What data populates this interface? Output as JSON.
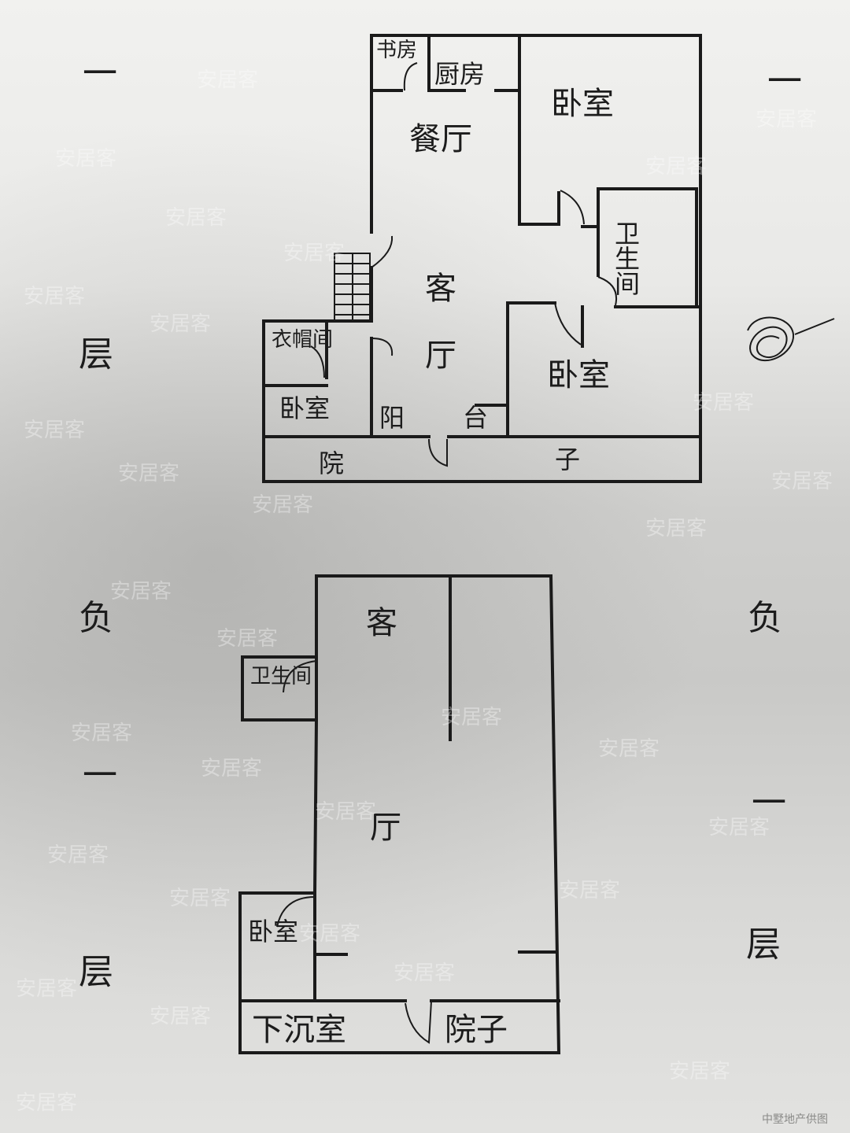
{
  "floor_upper": {
    "rooms": {
      "study": "书房",
      "kitchen": "厨房",
      "bedroom_ne": "卧室",
      "dining": "餐厅",
      "bathroom": "卫生间",
      "living_top": "客",
      "living_bottom": "厅",
      "cloakroom": "衣帽间",
      "bedroom_w": "卧室",
      "bedroom_se": "卧室",
      "balcony_1": "阳",
      "balcony_2": "台",
      "yard_1": "院",
      "yard_2": "子"
    },
    "side_left": [
      "一",
      "层"
    ],
    "side_right": [
      "一"
    ]
  },
  "floor_lower": {
    "rooms": {
      "living_top": "客",
      "living_bottom": "厅",
      "bathroom": "卫生间",
      "bedroom": "卧室",
      "sunken_room": "下沉室",
      "yard": "院子"
    },
    "side_left": [
      "负",
      "一",
      "层"
    ],
    "side_right": [
      "负",
      "一",
      "层"
    ]
  },
  "watermark": "安居客",
  "credit": "中墅地产供图"
}
